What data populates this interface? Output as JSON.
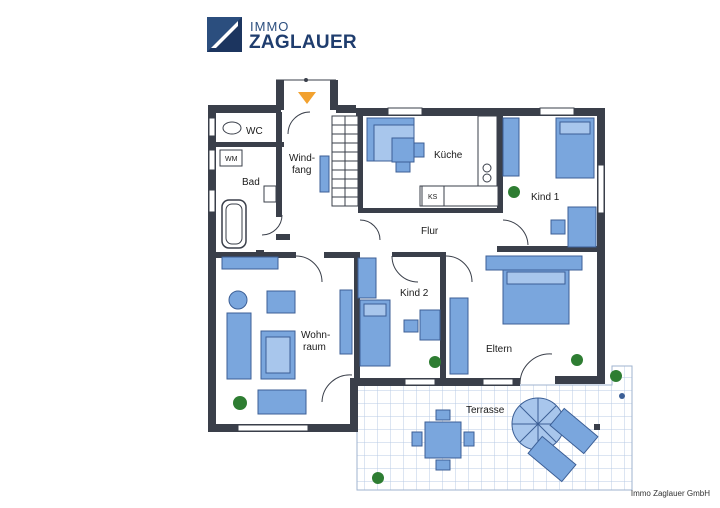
{
  "brand": {
    "line1": "IMMO",
    "line2": "ZAGLAUER"
  },
  "rooms": {
    "wc": "WC",
    "wm": "WM",
    "bad": "Bad",
    "windfang_1": "Wind-",
    "windfang_2": "fang",
    "kueche": "Küche",
    "ks": "KS",
    "kind1": "Kind 1",
    "flur": "Flur",
    "kind2": "Kind 2",
    "wohn_1": "Wohn-",
    "wohn_2": "raum",
    "eltern": "Eltern",
    "terrasse": "Terrasse"
  },
  "copyright": "Immo Zaglauer GmbH",
  "colors": {
    "wall": "#3a3f4a",
    "furniture": "#7aa6dd",
    "furniture_dark": "#3c5f96",
    "floor": "#ffffff",
    "terrace_grid": "#b9cbe4",
    "brand": "#1f3d6e"
  }
}
